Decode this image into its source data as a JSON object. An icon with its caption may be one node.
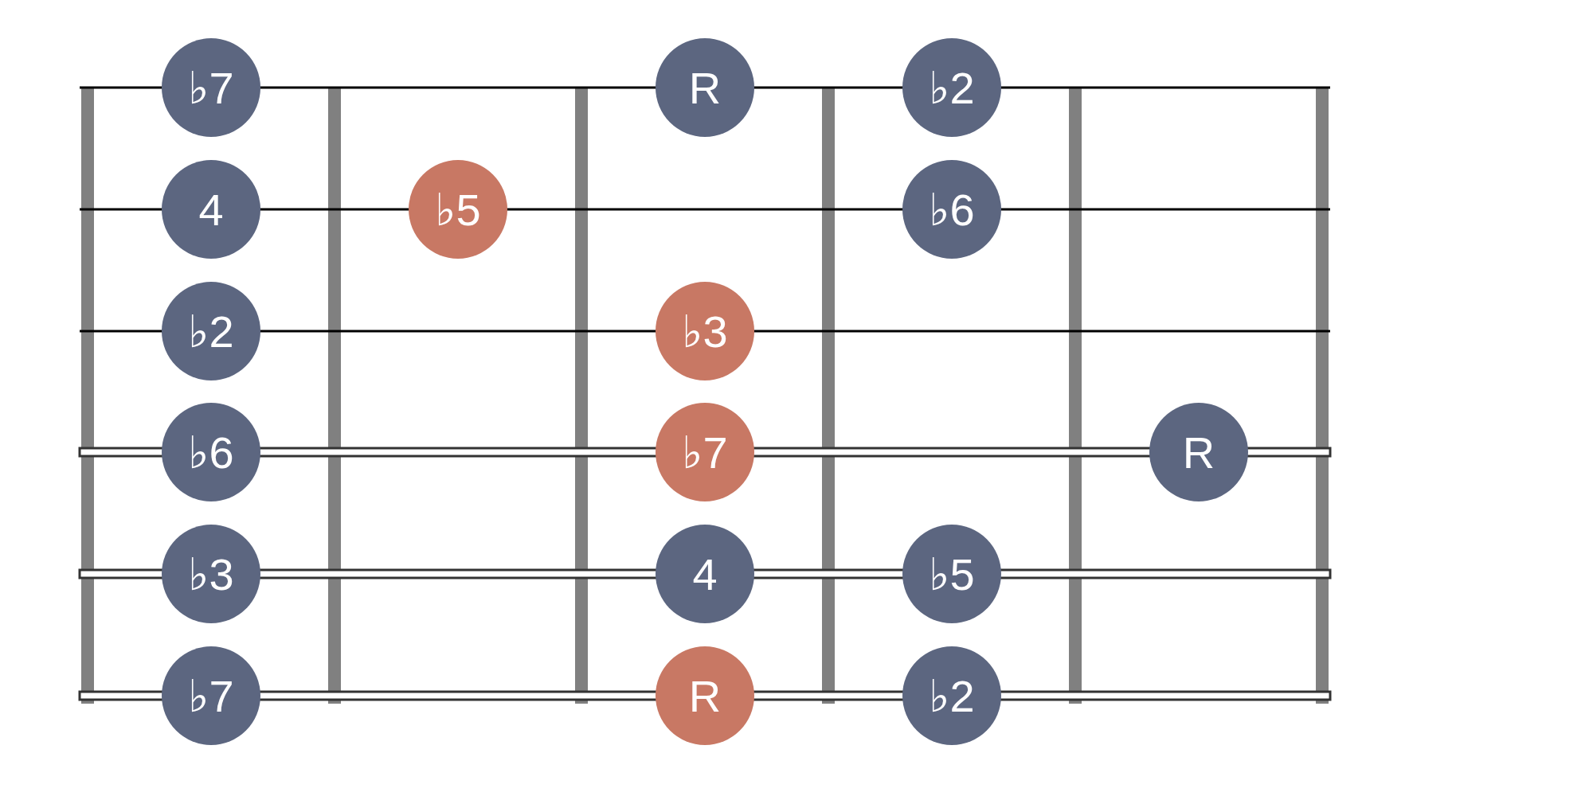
{
  "diagram": {
    "nodes": [
      {
        "text": [
          "♭7"
        ]
      },
      {
        "text": [
          "R"
        ]
      },
      {
        "text": [
          "♭2"
        ]
      },
      {
        "text": [
          "4"
        ]
      },
      {
        "text": [
          "♭5"
        ]
      },
      {
        "text": [
          "♭6"
        ]
      },
      {
        "text": [
          "♭2"
        ]
      },
      {
        "text": [
          "♭3"
        ]
      },
      {
        "text": [
          "♭6"
        ]
      },
      {
        "text": [
          "♭7"
        ]
      },
      {
        "text": [
          "R"
        ]
      },
      {
        "text": [
          "♭3"
        ]
      },
      {
        "text": [
          "4"
        ]
      },
      {
        "text": [
          "♭5"
        ]
      },
      {
        "text": [
          "♭7"
        ]
      },
      {
        "text": [
          "R"
        ]
      },
      {
        "text": [
          "♭2"
        ]
      }
    ]
  }
}
